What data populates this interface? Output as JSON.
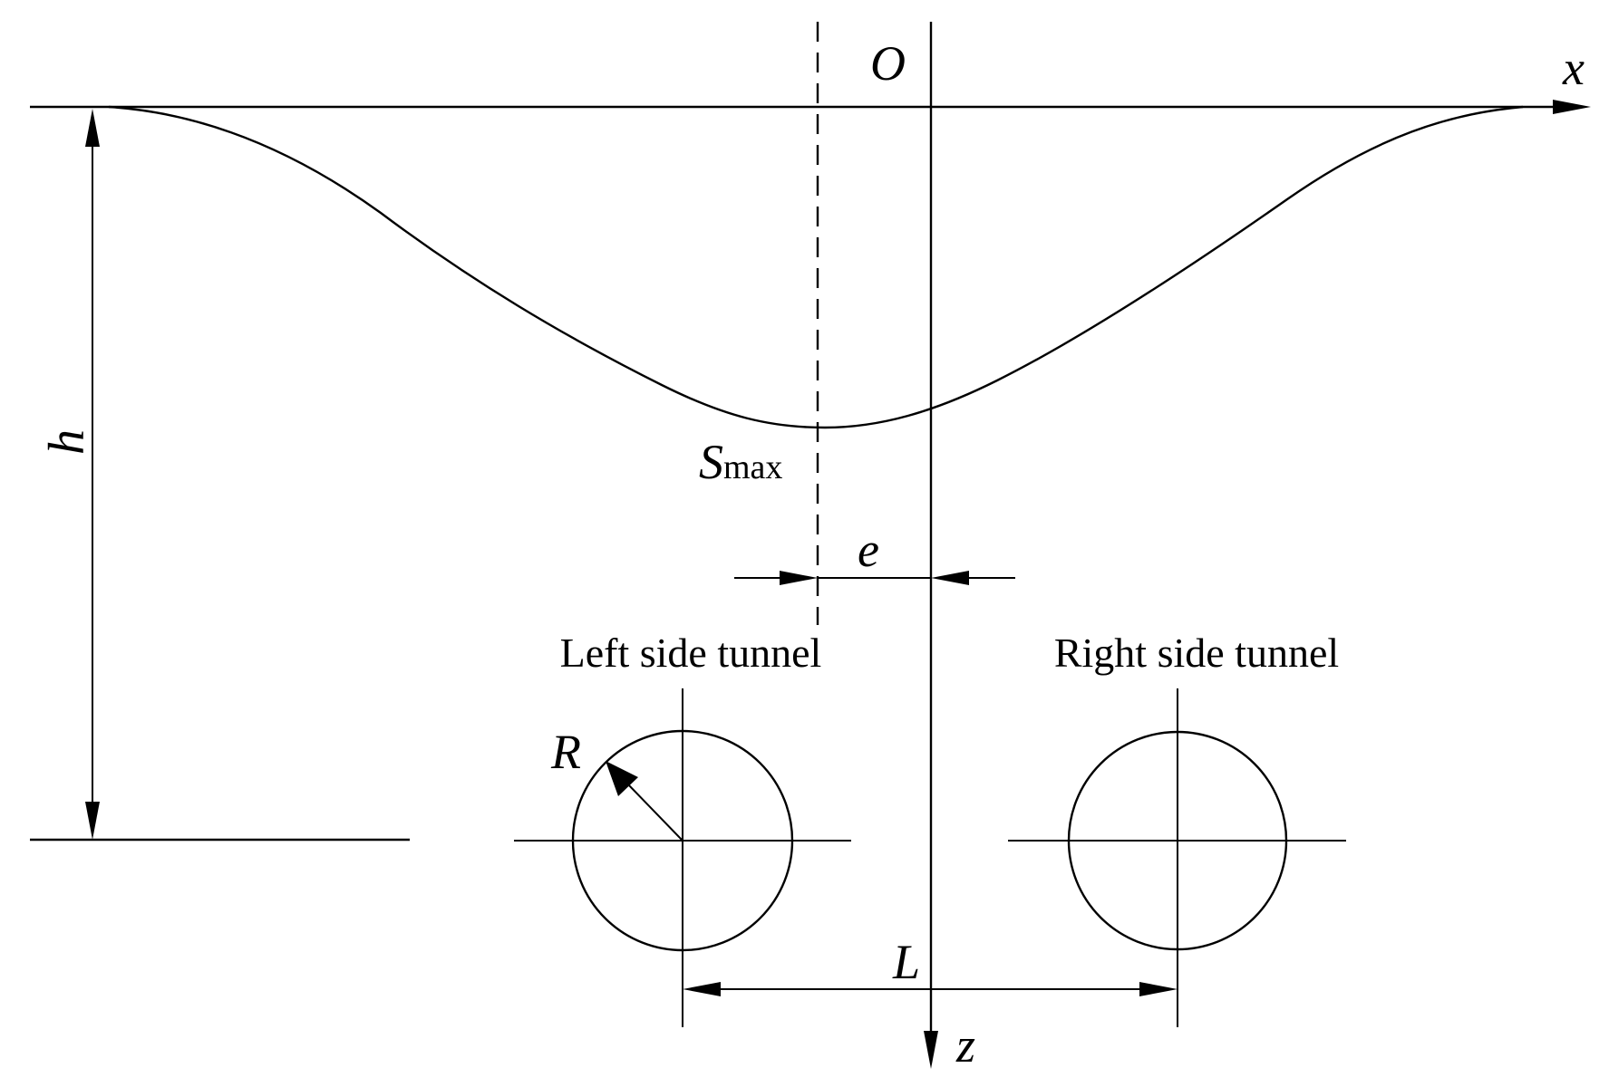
{
  "labels": {
    "origin": "O",
    "x_axis": "x",
    "z_axis": "z",
    "depth": "h",
    "smax_main": "S",
    "smax_sub": "max",
    "eccentricity": "e",
    "radius": "R",
    "spacing": "L",
    "left_tunnel": "Left side tunnel",
    "right_tunnel": "Right side tunnel"
  }
}
